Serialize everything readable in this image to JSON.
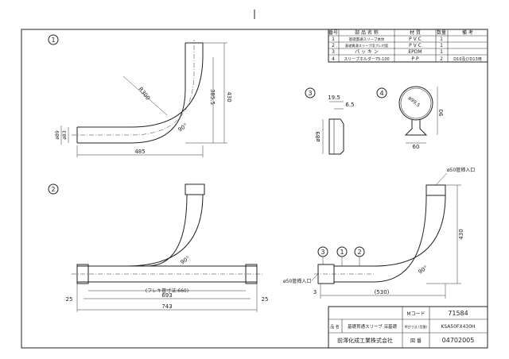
{
  "parts_table": {
    "headers": [
      "番号",
      "部 品 名 称",
      "材 質",
      "数量",
      "備 考"
    ],
    "rows": [
      [
        "1",
        "基礎貫通スリーブ本体",
        "P V C",
        "1",
        ""
      ],
      [
        "2",
        "基礎貫通スリーブ用ブレ付管",
        "P V C",
        "1",
        ""
      ],
      [
        "3",
        "パ ッ キ ン",
        "EPDM",
        "1",
        ""
      ],
      [
        "4",
        "スリーブホルダー75-100",
        "P P",
        "2",
        "D10及びD13用"
      ]
    ]
  },
  "views": {
    "v1": {
      "num": "1",
      "radius": "R300",
      "dim_a": "385.5",
      "dim_b": "430",
      "dia_a": "ø89",
      "dia_b": "ø83",
      "angle": "90°",
      "width": "485"
    },
    "v3": {
      "num": "3",
      "d1": "19.5",
      "d2": "6.5",
      "dia": "ø89"
    },
    "v4": {
      "num": "4",
      "dia": "ø99.5",
      "h": "90",
      "w": "60"
    },
    "v2": {
      "num": "2",
      "angle": "90°",
      "flex": "(フレキ管寸法:660)",
      "w1": "693",
      "w2": "743",
      "s1": "25",
      "s2": "25"
    },
    "v5": {
      "callouts": [
        "3",
        "1",
        "2"
      ],
      "label_top": "ø50管挿入口",
      "label_left": "ø50管挿入口",
      "h": "430",
      "w": "(530)",
      "s": "3",
      "angle": "90°"
    }
  },
  "title_block": {
    "code_label": "Mコード",
    "code": "71584",
    "name_label": "品 名",
    "name": "基礎貫通スリーブ 深基礎",
    "model_label": "呼び寸法 (型番)",
    "model": "KSA50FX430H",
    "company": "前澤化成工業株式会社",
    "drawing_label": "図 番",
    "drawing_no": "04702005"
  }
}
